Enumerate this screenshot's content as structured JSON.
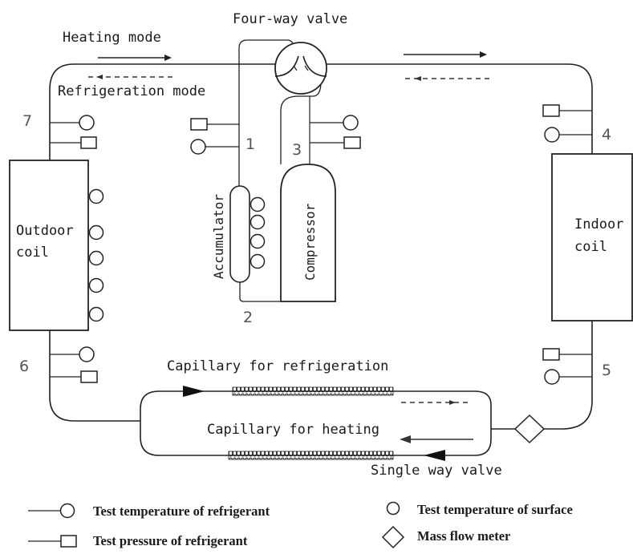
{
  "labels": {
    "four_way_valve": "Four-way valve",
    "heating_mode": "Heating mode",
    "refrigeration_mode": "Refrigeration mode",
    "outdoor_coil_line1": "Outdoor",
    "outdoor_coil_line2": "coil",
    "indoor_coil_line1": "Indoor",
    "indoor_coil_line2": "coil",
    "accumulator": "Accumulator",
    "compressor": "Compressor",
    "capillary_refrigeration": "Capillary for refrigeration",
    "capillary_heating": "Capillary for heating",
    "single_way_valve": "Single way valve"
  },
  "points": {
    "p1": "1",
    "p2": "2",
    "p3": "3",
    "p4": "4",
    "p5": "5",
    "p6": "6",
    "p7": "7"
  },
  "legend": [
    {
      "symbol": "line-circle",
      "label": "Test temperature of refrigerant"
    },
    {
      "symbol": "line-square",
      "label": "Test pressure of refrigerant"
    },
    {
      "symbol": "circle",
      "label": "Test temperature of surface"
    },
    {
      "symbol": "diamond",
      "label": "Mass flow meter"
    }
  ]
}
